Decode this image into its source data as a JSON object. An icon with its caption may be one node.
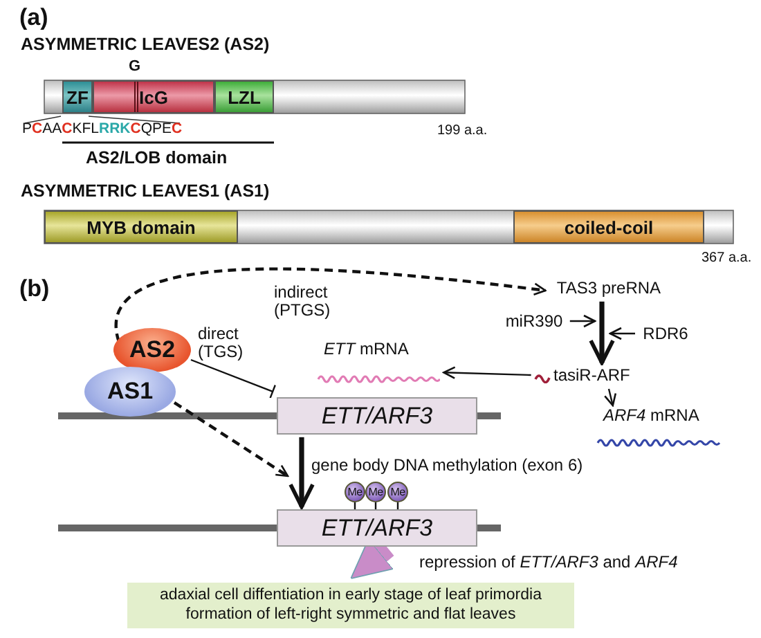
{
  "diagram": {
    "nodes": [
      {
        "text": [
          "ZF"
        ]
      },
      {
        "text": [
          "IcG"
        ]
      },
      {
        "text": [
          "LZL"
        ]
      },
      {
        "text": [
          "MYB domain"
        ]
      },
      {
        "text": [
          "coiled-coil"
        ]
      },
      {
        "text": [
          "TAS3 preRNA"
        ]
      },
      {
        "text": [
          "AS2"
        ]
      },
      {
        "text": [
          "miR390"
        ]
      },
      {
        "text": [
          "RDR6"
        ]
      },
      {
        "text": [
          "AS1"
        ]
      },
      {
        "text": [
          "*ETT* mRNA"
        ]
      },
      {
        "text": [
          "tasiR-ARF"
        ]
      },
      {
        "text": [
          "ETT/ARF3"
        ]
      },
      {
        "text": [
          "*ARF4* mRNA"
        ]
      },
      {
        "text": [
          "Me"
        ]
      },
      {
        "text": [
          "Me"
        ]
      },
      {
        "text": [
          "Me"
        ]
      },
      {
        "text": [
          "ETT/ARF3"
        ]
      },
      {
        "text": [
          "adaxial cell diffentiation in early stage of leaf primordia",
          "formation of left-right symmetric and flat leaves"
        ]
      }
    ],
    "edges": [
      {
        "from": 6,
        "to": 5,
        "arrow": "to",
        "style": "dashed",
        "label": "indirect (PTGS)"
      },
      {
        "from": 6,
        "to": 12,
        "arrow": "other",
        "label": "direct (TGS)"
      },
      {
        "from": 5,
        "to": 11,
        "arrow": "to",
        "style": "thick"
      },
      {
        "from": 7,
        "to": null,
        "arrow": "to"
      },
      {
        "from": 8,
        "to": null,
        "arrow": "to"
      },
      {
        "from": 11,
        "to": 10,
        "arrow": "to"
      },
      {
        "from": 11,
        "to": 13,
        "arrow": "to"
      },
      {
        "from": 9,
        "to": 17,
        "arrow": "to",
        "style": "dashed"
      },
      {
        "from": 12,
        "to": 17,
        "arrow": "to",
        "style": "thick",
        "label": "gene body DNA methylation (exon 6)"
      },
      {
        "from": 14,
        "to": 17,
        "arrow": "none"
      },
      {
        "from": 15,
        "to": 17,
        "arrow": "none"
      },
      {
        "from": 16,
        "to": 17,
        "arrow": "none"
      },
      {
        "from": 17,
        "to": 18,
        "arrow": "to",
        "style": "thick",
        "color": "#c98cc8",
        "label": "repression of *ETT/ARF3* and *ARF4*"
      }
    ],
    "labels": [
      "(a)",
      "ASYMMETRIC LEAVES2 (AS2)",
      "G",
      "P**C**AA**C**KFL**RRK****C**QPE**C**",
      "199 a.a.",
      "AS2/LOB domain",
      "ASYMMETRIC LEAVES1 (AS1)",
      "367 a.a.",
      "(b)"
    ]
  }
}
